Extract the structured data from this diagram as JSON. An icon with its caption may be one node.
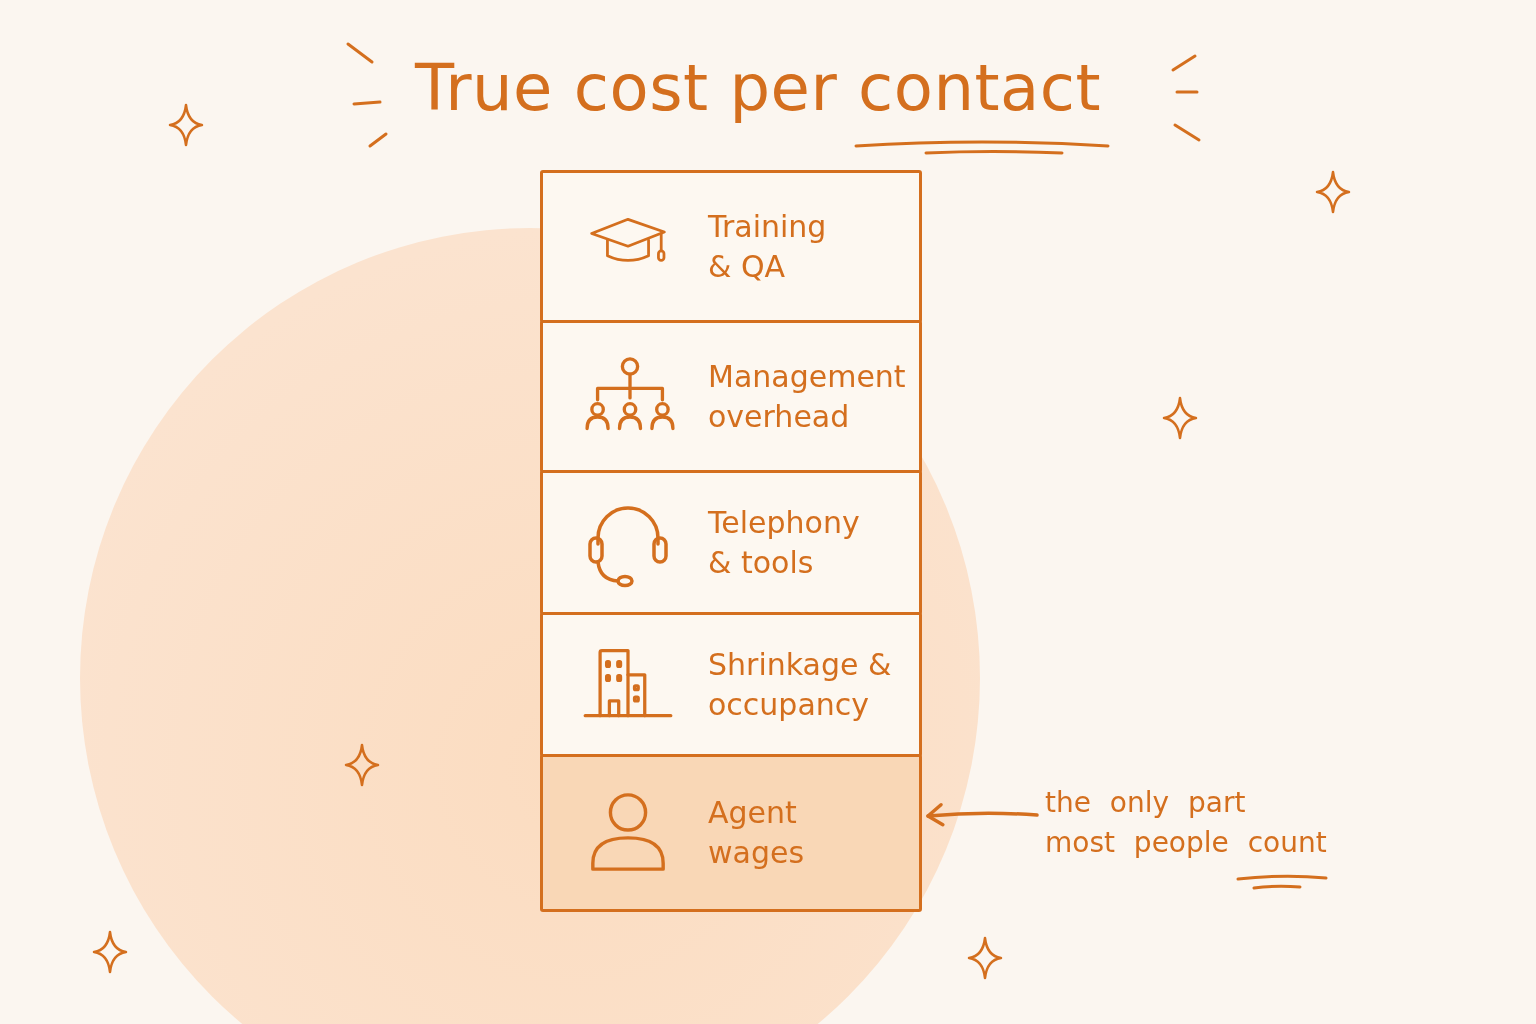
{
  "diagram": {
    "title": "True cost per contact",
    "nodes": [
      {
        "text": [
          "Training & QA"
        ]
      },
      {
        "text": [
          "Management overhead"
        ]
      },
      {
        "text": [
          "Telephony & tools"
        ]
      },
      {
        "text": [
          "Shrinkage & occupancy"
        ]
      },
      {
        "text": [
          "Agent wages"
        ]
      },
      {
        "text": [
          "the only part most people count"
        ]
      }
    ],
    "edges": [
      {
        "from": 5,
        "to": 4,
        "arrow": "to"
      }
    ]
  }
}
